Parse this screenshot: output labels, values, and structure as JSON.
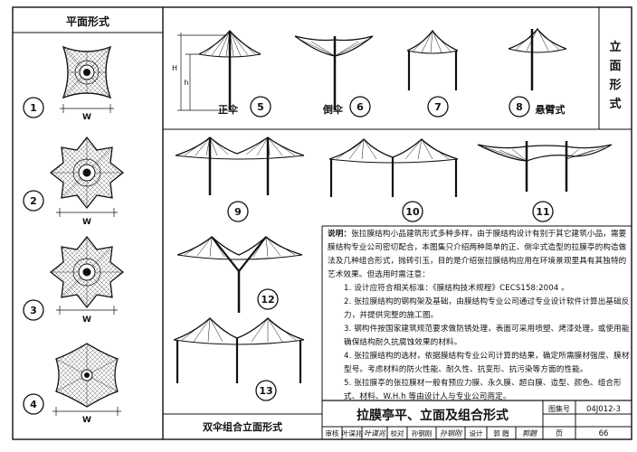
{
  "left_panel": {
    "title": "平面形式",
    "items": [
      {
        "number": "1",
        "dim": "W"
      },
      {
        "number": "2",
        "dim": "W"
      },
      {
        "number": "3",
        "dim": "W"
      },
      {
        "number": "4",
        "dim": "W"
      }
    ],
    "bottom_label": "双伞组合立面形式"
  },
  "elevation": {
    "title_chars": [
      "立",
      "面",
      "形",
      "式"
    ],
    "dim_H": "H",
    "dim_h": "h",
    "items": [
      {
        "number": "5",
        "label": "正伞"
      },
      {
        "number": "6",
        "label": "倒伞"
      },
      {
        "number": "7",
        "label": ""
      },
      {
        "number": "8",
        "label": "悬臂式"
      },
      {
        "number": "9"
      },
      {
        "number": "10"
      },
      {
        "number": "11"
      },
      {
        "number": "12"
      },
      {
        "number": "13"
      }
    ]
  },
  "notes": {
    "heading": "说明：",
    "intro": "张拉膜结构小品建筑形式多种多样，由于膜结构设计有别于其它建筑小品，需要膜结构专业公司密切配合，本图集只介绍两种简单的正、倒伞式造型的拉膜亭的构造做法及几种组合形式，抛砖引玉，目的是介绍张拉膜结构应用在环境景观里具有其独特的艺术效果。但选用时需注意：",
    "items": [
      "1. 设计应符合相关标准：《膜结构技术规程》CECS158:2004 。",
      "2. 张拉膜结构的钢构架及基础，由膜结构专业公司通过专业设计软件计算出基础反力，并提供完整的施工图。",
      "3. 钢构件按国家建筑规范要求做防锈处理，表面可采用喷塑、烤漆处理，或使用能确保结构耐久抗腐蚀效果的材料。",
      "4. 张拉膜结构的选材，依据膜结构专业公司计算的结果，确定所需膜材强度、膜材型号。考虑材料的防火性能、耐久性、抗变形、抗污染等方面的性能。",
      "5. 张拉膜亭的张拉膜材一般有预应力膜、永久膜、超白膜、造型、颜色、组合形式、材料、W.H.h 等由设计人与专业公司商定。"
    ]
  },
  "title_block": {
    "main_title": "拉膜亭平、立面及组合形式",
    "atlas_label": "图集号",
    "atlas_number": "04J012-3",
    "review_label": "审核",
    "review_name": "叶谋兆",
    "review_sign": "叶谋兆",
    "check_label": "校对",
    "check_name": "孙钢刚",
    "check_sign": "孙钢刚",
    "design_label": "设计",
    "design_name": "郭 䵻",
    "design_sign": "郭䵻",
    "page_label": "页",
    "page_number": "66"
  }
}
